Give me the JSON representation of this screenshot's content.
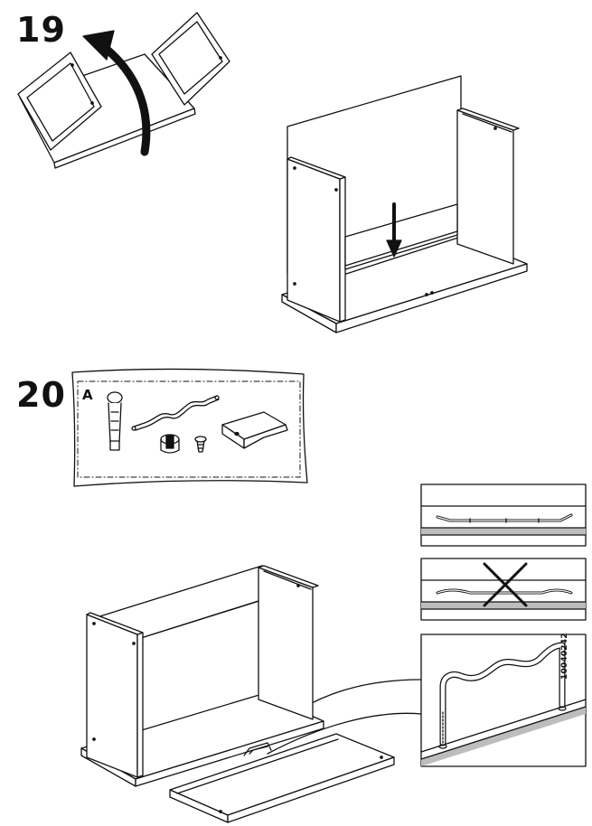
{
  "steps": [
    {
      "number": "19"
    },
    {
      "number": "20"
    }
  ],
  "hardware_bag": {
    "label": "A"
  },
  "document": {
    "code": "10040242"
  },
  "detail_views": [
    {
      "state": "correct"
    },
    {
      "state": "incorrect",
      "mark": "cross"
    },
    {
      "state": "zoomed-detail"
    }
  ]
}
